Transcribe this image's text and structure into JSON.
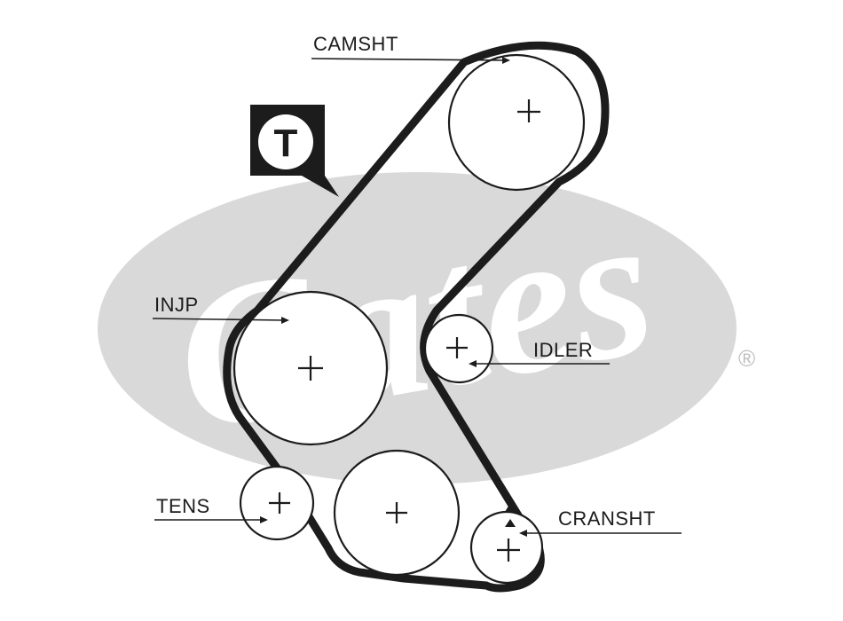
{
  "logo": {
    "wordmark": "Gates",
    "registered_mark": "®",
    "color": "#d9d9d9"
  },
  "timing_marker": {
    "letter": "T"
  },
  "labels": {
    "camshaft": "CAMSHT",
    "injection_pump": "INJP",
    "idler": "IDLER",
    "tensioner": "TENS",
    "crankshaft": "CRANSHT"
  },
  "colors": {
    "belt": "#1c1c1c",
    "logo": "#d9d9d9",
    "background": "#ffffff"
  }
}
